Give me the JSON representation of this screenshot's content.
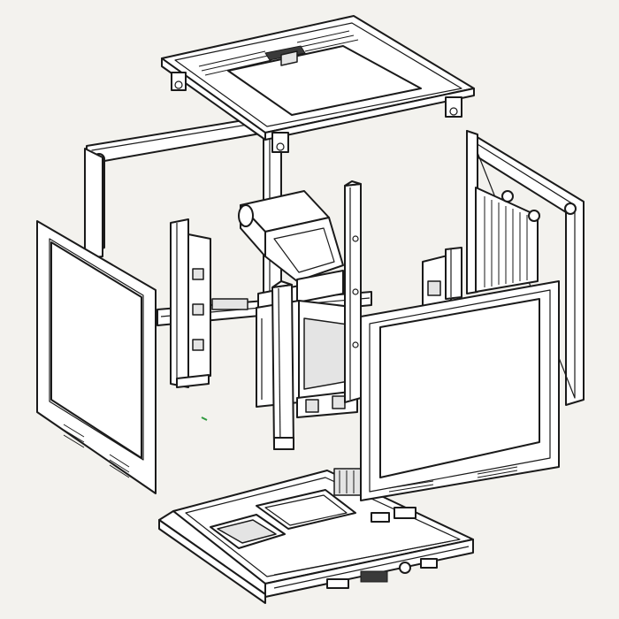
{
  "diagram": {
    "parts": [
      "top-panel",
      "back-left-frame",
      "back-right-frame",
      "left-side-panel",
      "front-right-panel",
      "left-rail",
      "center-mechanism",
      "center-post",
      "right-post",
      "right-bracket",
      "base-tray"
    ],
    "colors": {
      "background": "#f3f2ee",
      "line": "#1a1a1a",
      "face": "#ffffff",
      "shade": "#e4e4e4",
      "accent_mark": "#2e9a3e"
    }
  }
}
